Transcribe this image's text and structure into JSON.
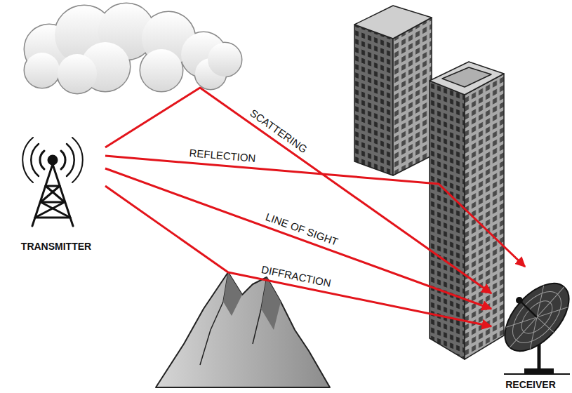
{
  "diagram": {
    "nodes": [
      {
        "text": [
          "TRANSMITTER"
        ]
      },
      {
        "text": [
          "RECEIVER"
        ]
      }
    ],
    "edges": [
      {
        "from": 0,
        "to": 1,
        "arrow": "to",
        "label": "SCATTERING"
      },
      {
        "from": 0,
        "to": 1,
        "arrow": "to",
        "label": "REFLECTION"
      },
      {
        "from": 0,
        "to": 1,
        "arrow": "to",
        "label": "LINE OF SIGHT"
      },
      {
        "from": 0,
        "to": 1,
        "arrow": "to",
        "label": "DIFFRACTION"
      }
    ]
  }
}
